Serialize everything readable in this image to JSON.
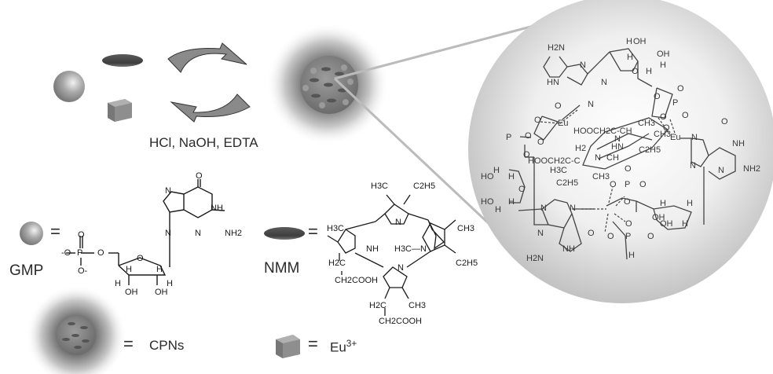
{
  "figure": {
    "title": "GMP / NMM / Eu3+ coordination polymer nanoparticles (CPNs) scheme",
    "reagents_label": "HCl, NaOH, EDTA",
    "legend": {
      "gmp": {
        "symbol": "sphere",
        "label": "GMP",
        "equals": "="
      },
      "nmm": {
        "symbol": "ellipse",
        "label": "NMM",
        "equals": "="
      },
      "cpns": {
        "symbol": "nanoparticle",
        "label": "CPNs",
        "equals": "="
      },
      "eu": {
        "symbol": "cube",
        "label_base": "Eu",
        "label_sup": "3+",
        "equals": "="
      }
    },
    "gmp_structure": {
      "atoms": [
        "O",
        "NH",
        "N",
        "N",
        "N",
        "NH2",
        "-O",
        "P",
        "O",
        "O-",
        "O",
        "O",
        "H",
        "H",
        "H",
        "H",
        "OH",
        "OH"
      ]
    },
    "nmm_structure": {
      "groups": [
        "H3C",
        "C2H5",
        "H3C",
        "CH3",
        "NH",
        "N",
        "H3C—N",
        "C2H5",
        "H2C",
        "CH2COOH",
        "N",
        "H2C",
        "CH3",
        "CH2COOH"
      ]
    },
    "zoom_structure": {
      "metal": "Eu",
      "labels": [
        "H2N",
        "N",
        "HN",
        "N",
        "O",
        "N",
        "H",
        "OH",
        "OH",
        "H",
        "H",
        "O",
        "H",
        "O",
        "O",
        "P",
        "O",
        "O",
        "O",
        "Eu",
        "N",
        "O",
        "NH",
        "NH2",
        "N",
        "N",
        "O",
        "Eu",
        "O",
        "P",
        "O",
        "O",
        "HOOCH2C-CH",
        "CH3",
        "CH3",
        "HN",
        "N",
        "C2H5",
        "H2",
        "HOOCH2C-C",
        "N",
        "CH",
        "H3C",
        "CH3",
        "C2H5",
        "H",
        "HO",
        "H",
        "O",
        "HO",
        "H",
        "H",
        "N",
        "N",
        "N",
        "O",
        "NH",
        "H2N",
        "O",
        "P",
        "O",
        "O",
        "O",
        "O",
        "P",
        "O",
        "O",
        "H",
        "H",
        "H",
        "OH",
        "OH",
        "H"
      ]
    },
    "colors": {
      "sphere": "#9a9a9a",
      "nmm_disc": "#4a4a4a",
      "cube": "#8c8c8c",
      "arrow": "#8a8a8a",
      "zoom_bubble": "#cfcfcf",
      "zoom_line": "#b8b8b8"
    }
  }
}
